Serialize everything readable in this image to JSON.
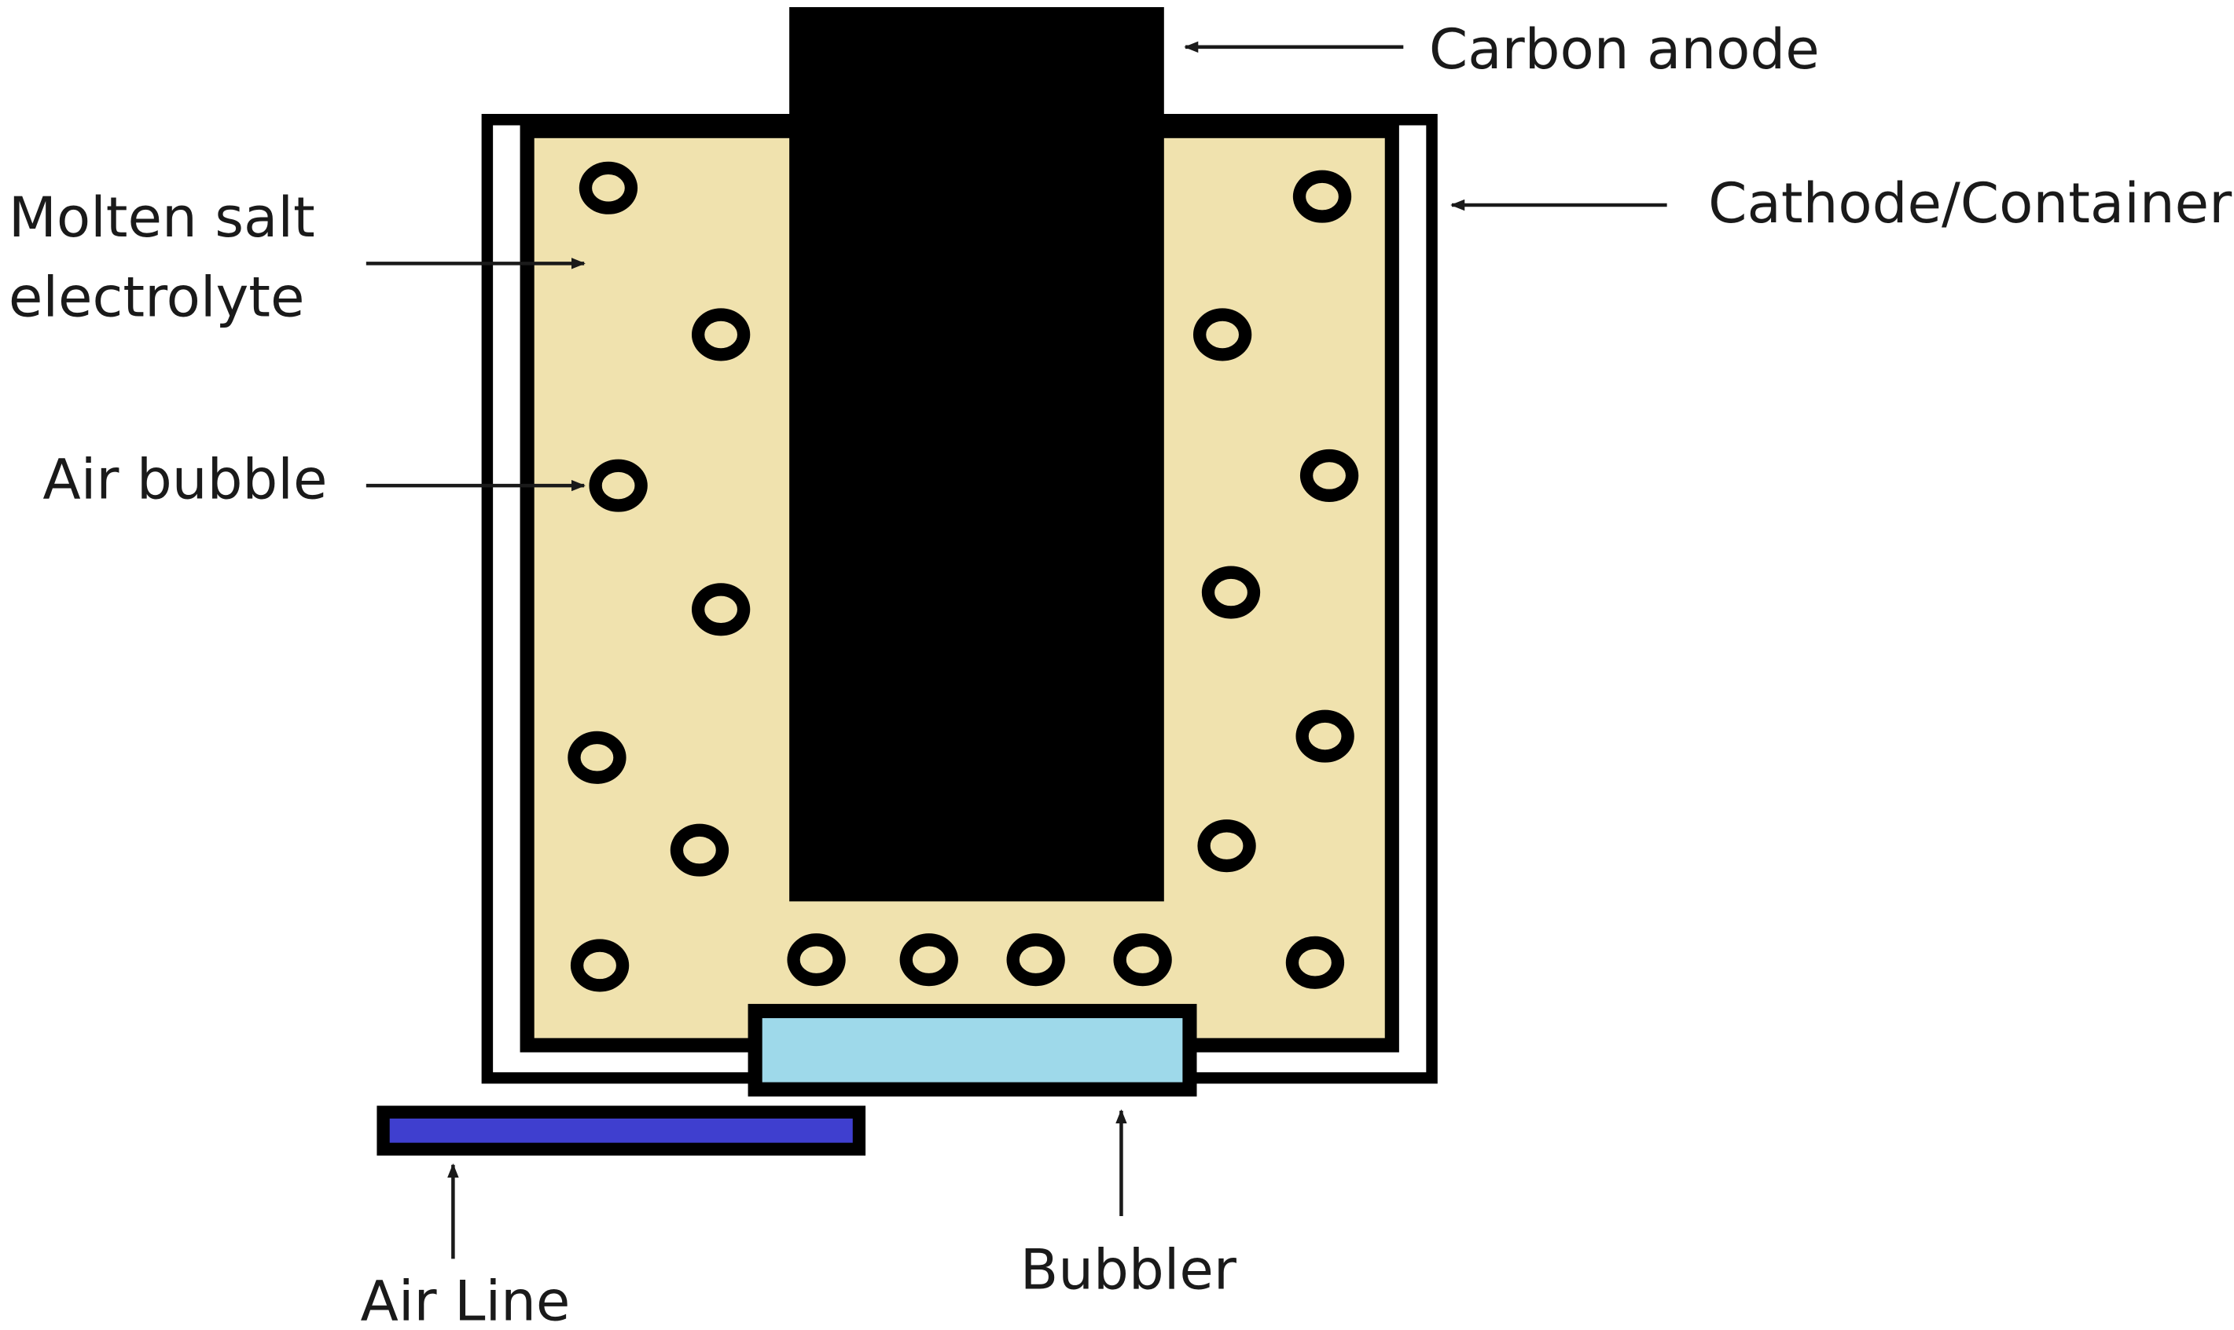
{
  "labels": {
    "carbon_anode": "Carbon anode",
    "cathode_container": "Cathode/Container",
    "molten_salt_line1": "Molten salt",
    "molten_salt_line2": "electrolyte",
    "air_bubble": "Air bubble",
    "air_line": "Air Line",
    "bubbler": "Bubbler"
  },
  "colors": {
    "electrolyte": "#f0e2ae",
    "anode": "#000000",
    "container_wall": "#000000",
    "bubbler_fill": "#9ed9ea",
    "air_line_fill": "#3f3fcf",
    "bubble_fill": "#f0e2ae",
    "label_text": "#1a1a1a",
    "background": "#ffffff"
  }
}
